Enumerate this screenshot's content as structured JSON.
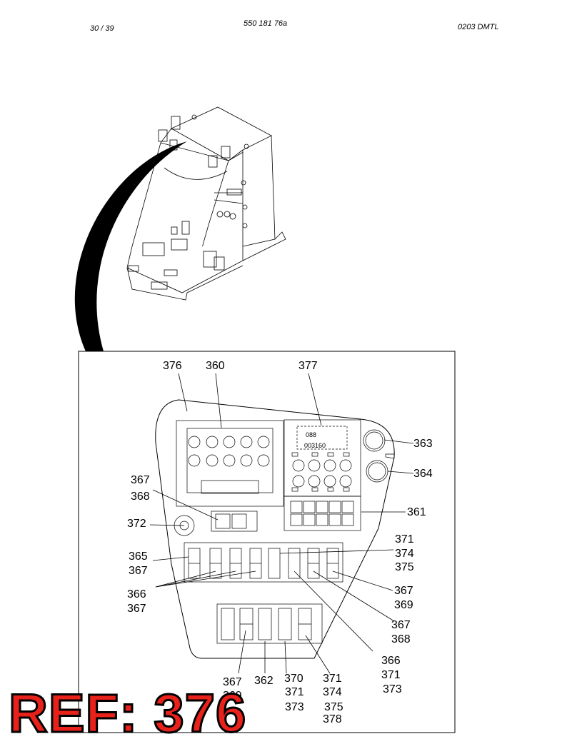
{
  "header": {
    "page": "30 / 39",
    "doc_number": "550 181 76a",
    "code": "0203 DMTL"
  },
  "display": {
    "value_top": "088",
    "value_bottom": "003160"
  },
  "callouts": {
    "c376": "376",
    "c360": "360",
    "c377": "377",
    "c363": "363",
    "c364": "364",
    "c367a": "367",
    "c368a": "368",
    "c361": "361",
    "c372": "372",
    "c371a": "371",
    "c374a": "374",
    "c375a": "375",
    "c365": "365",
    "c367b": "367",
    "c366a": "366",
    "c367c": "367",
    "c367d": "367",
    "c369a": "369",
    "c367e": "367",
    "c368b": "368",
    "c366b": "366",
    "c371b": "371",
    "c373a": "373",
    "c367f": "367",
    "c369b": "369",
    "c362": "362",
    "c370": "370",
    "c371c": "371",
    "c373b": "373",
    "c371d": "371",
    "c374b": "374",
    "c375b": "375",
    "c378": "378"
  },
  "ref_label": "REF: 376"
}
